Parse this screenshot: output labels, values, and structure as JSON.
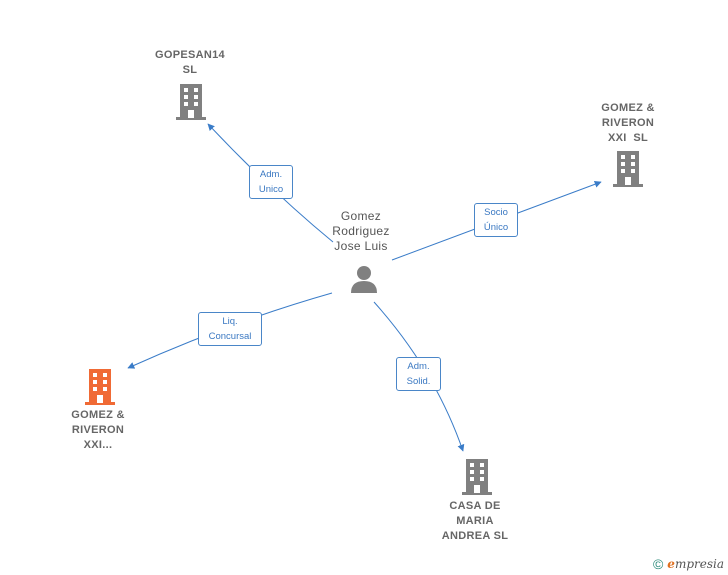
{
  "colors": {
    "building": "#808080",
    "focus_building": "#f06a35",
    "edge": "#3a7cc8",
    "person": "#808080"
  },
  "nodes": {
    "person": {
      "lines": [
        "Gomez",
        "Rodriguez",
        "Jose Luis"
      ],
      "icon": "person-icon"
    },
    "gopesan": {
      "lines": [
        "GOPESAN14",
        "SL"
      ],
      "icon": "building-icon"
    },
    "gomez_xxi_sl": {
      "lines": [
        "GOMEZ &",
        "RIVERON",
        "XXI  SL"
      ],
      "icon": "building-icon"
    },
    "gomez_xxi_focus": {
      "lines": [
        "GOMEZ &",
        "RIVERON",
        "XXI..."
      ],
      "icon": "building-icon"
    },
    "casa": {
      "lines": [
        "CASA DE",
        "MARIA",
        "ANDREA SL"
      ],
      "icon": "building-icon"
    }
  },
  "edges": {
    "gopesan": {
      "lines": [
        "Adm.",
        "Unico"
      ]
    },
    "gomez_xxi_sl": {
      "lines": [
        "Socio",
        "Único"
      ]
    },
    "gomez_xxi_focus": {
      "lines": [
        "Liq.",
        "Concursal"
      ]
    },
    "casa": {
      "lines": [
        "Adm.",
        "Solid."
      ]
    }
  },
  "footer": {
    "copyright": "©",
    "brand_initial": "e",
    "brand_rest": "mpresia"
  }
}
